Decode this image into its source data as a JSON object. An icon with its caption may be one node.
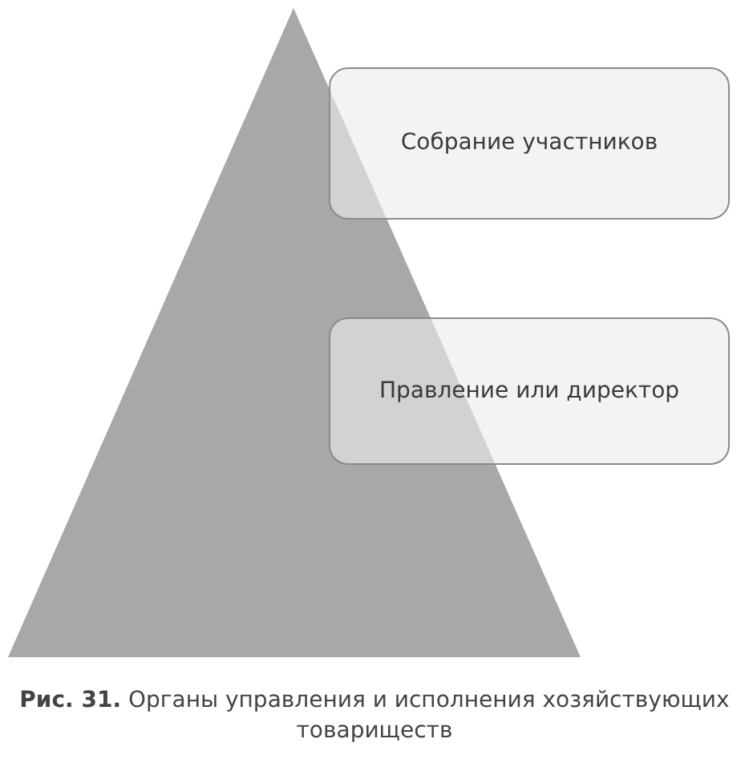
{
  "diagram": {
    "caption": "**Рис. 31.** Органы управления и исполнения хозяйствующих товариществ",
    "nodes": [
      {
        "text": [
          "Собрание участников"
        ]
      },
      {
        "text": [
          "Правление или директор"
        ]
      }
    ]
  }
}
